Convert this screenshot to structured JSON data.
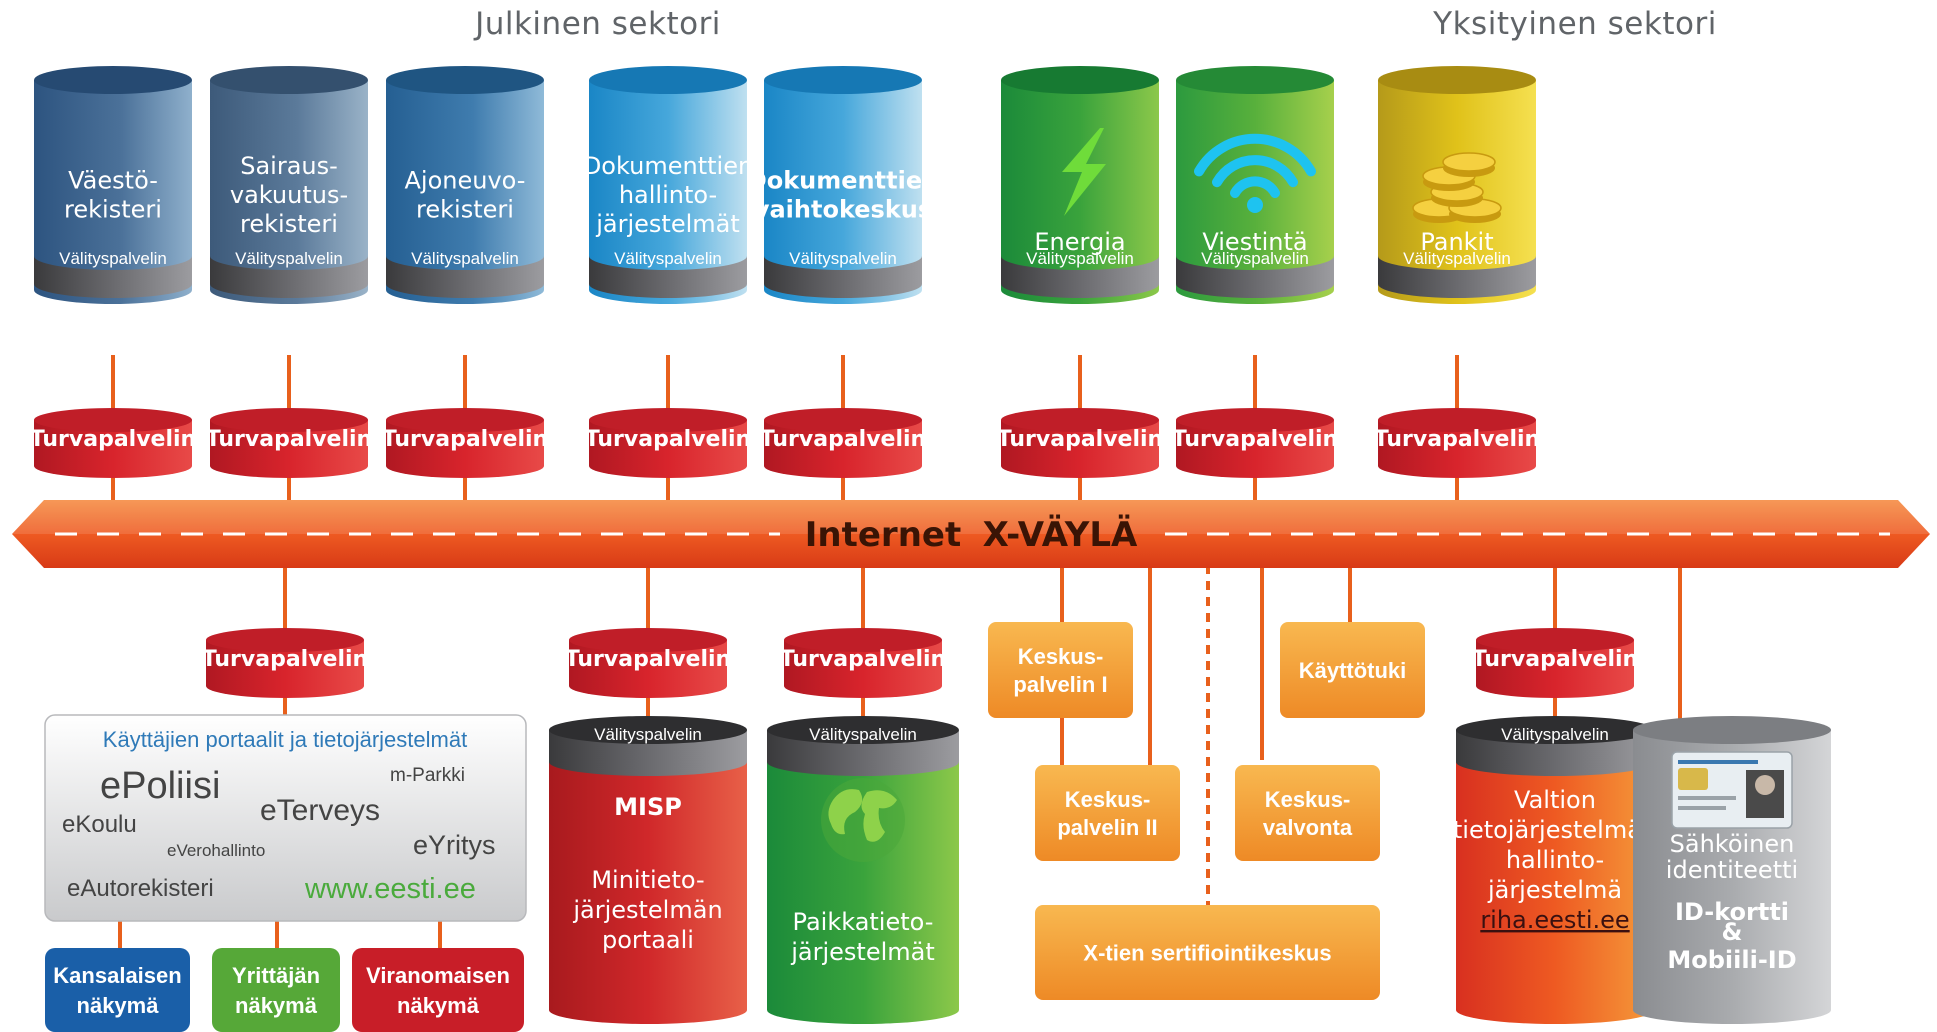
{
  "sectors": {
    "public": "Julkinen sektori",
    "private": "Yksityinen sektori"
  },
  "top_databases": [
    {
      "lines": [
        "Väestö-",
        "rekisteri"
      ],
      "color": "navy-blue",
      "icon": null
    },
    {
      "lines": [
        "Sairaus-",
        "vakuutus-",
        "rekisteri"
      ],
      "color": "slate-blue",
      "icon": null
    },
    {
      "lines": [
        "Ajoneuvo-",
        "rekisteri"
      ],
      "color": "steel-blue",
      "icon": null
    },
    {
      "lines": [
        "Dokumenttien",
        "hallinto-",
        "järjestelmät"
      ],
      "color": "light-blue",
      "icon": null
    },
    {
      "lines": [
        "Dokumenttien",
        "vaihtokeskus"
      ],
      "color": "light-blue",
      "icon": null,
      "bold": true
    },
    {
      "lines": [
        "Energia"
      ],
      "color": "green",
      "icon": "lightning-icon"
    },
    {
      "lines": [
        "Viestintä"
      ],
      "color": "lime-green",
      "icon": "wifi-icon"
    },
    {
      "lines": [
        "Pankit"
      ],
      "color": "gold",
      "icon": "coins-icon"
    }
  ],
  "relay_label": "Välityspalvelin",
  "security_label": "Turvapalvelin",
  "bus": {
    "label_left": "Internet",
    "label_right": "X-VÄYLÄ"
  },
  "portal": {
    "title": "Käyttäjien portaalit ja tietojärjestelmät",
    "items": [
      "ePoliisi",
      "m-Parkki",
      "eKoulu",
      "eTerveys",
      "eVerohallinto",
      "eYritys",
      "eAutorekisteri",
      "www.eesti.ee"
    ]
  },
  "views": [
    {
      "lines": [
        "Kansalaisen",
        "näkymä"
      ],
      "color": "#1a5fa8"
    },
    {
      "lines": [
        "Yrittäjän",
        "näkymä"
      ],
      "color": "#56a838"
    },
    {
      "lines": [
        "Viranomaisen",
        "näkymä"
      ],
      "color": "#c81e28"
    }
  ],
  "bottom_databases": [
    {
      "title": "MISP",
      "lines": [
        "Minitieto-",
        "järjestelmän",
        "portaali"
      ],
      "color": "red"
    },
    {
      "title": null,
      "lines": [
        "Paikkatieto-",
        "järjestelmät"
      ],
      "color": "green",
      "icon": "globe-icon"
    },
    {
      "title": null,
      "lines": [
        "Valtion",
        "tietojärjestelmän",
        "hallinto-",
        "järjestelmä"
      ],
      "link": "riha.eesti.ee",
      "color": "orange-red"
    },
    {
      "title": null,
      "lines": [
        "Sähköinen",
        "identiteetti"
      ],
      "bold_lines": [
        "ID-kortti",
        "&",
        "Mobiili-ID"
      ],
      "color": "grey",
      "icon": "id-card-icon"
    }
  ],
  "central_boxes": {
    "keskuspalvelin_1": [
      "Keskus-",
      "palvelin I"
    ],
    "keskuspalvelin_2": [
      "Keskus-",
      "palvelin II"
    ],
    "kayttotuki": [
      "Käyttötuki"
    ],
    "keskusvalvonta": [
      "Keskus-",
      "valvonta"
    ],
    "sertifiointi": [
      "X-tien sertifiointikeskus"
    ]
  }
}
